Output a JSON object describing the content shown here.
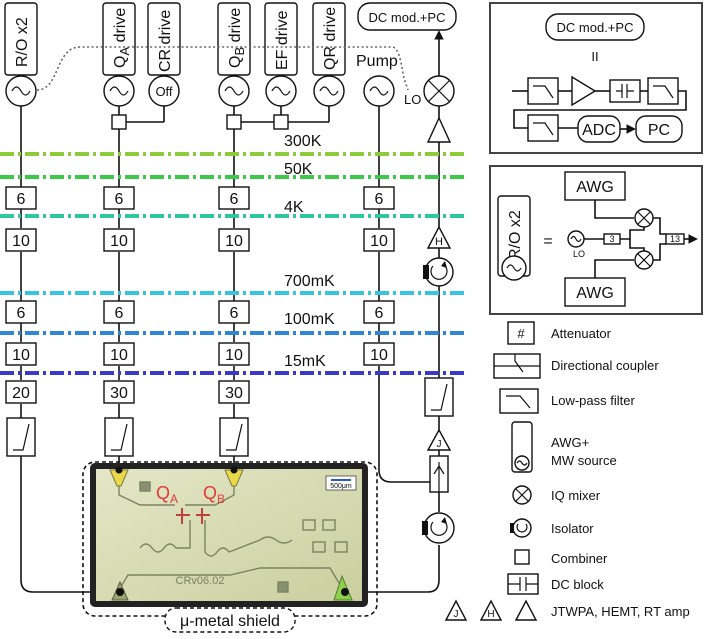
{
  "lines": [
    {
      "id": "ro",
      "label": "R/O x2",
      "subscript": "",
      "label_suffix": ""
    },
    {
      "id": "qa",
      "label": "Q",
      "subscript": "A",
      "label_suffix": " drive"
    },
    {
      "id": "cr",
      "label": "CR drive",
      "subscript": "",
      "label_suffix": ""
    },
    {
      "id": "qb",
      "label": "Q",
      "subscript": "B",
      "label_suffix": " drive"
    },
    {
      "id": "ef",
      "label": "EF drive",
      "subscript": "",
      "label_suffix": ""
    },
    {
      "id": "qr",
      "label": "QR drive",
      "subscript": "",
      "label_suffix": ""
    }
  ],
  "cr_state": "Off",
  "pump_label": "Pump",
  "dc_mod_label": "DC mod.+PC",
  "lo_label": "LO",
  "stages": [
    {
      "label": "300K",
      "color": "#8ccc3a"
    },
    {
      "label": "50K",
      "color": "#3cc848"
    },
    {
      "label": "4K",
      "color": "#2ec8a0"
    },
    {
      "label": "700mK",
      "color": "#36c4e0"
    },
    {
      "label": "100mK",
      "color": "#2f86d2"
    },
    {
      "label": "15mK",
      "color": "#3a3ac8"
    }
  ],
  "attenuators": {
    "ro": [
      "6",
      "10",
      "6",
      "10",
      "20"
    ],
    "qa": [
      "6",
      "10",
      "6",
      "10",
      "30"
    ],
    "qb": [
      "6",
      "10",
      "6",
      "10",
      "30"
    ],
    "pump": [
      "6",
      "10",
      "6",
      "10"
    ]
  },
  "hemt_letter": "H",
  "jtwpa_letter": "J",
  "chip": {
    "qubit_a_main": "Q",
    "qubit_a_sub": "A",
    "qubit_b_main": "Q",
    "qubit_b_sub": "B",
    "scale_bar": "500μm",
    "chip_label": "CRv06.02",
    "shield_label": "μ-metal shield"
  },
  "inset_dc": {
    "title": "DC mod.+PC",
    "equals": "II",
    "adc": "ADC",
    "pc": "PC"
  },
  "inset_ro": {
    "label": "R/O x2",
    "equals": "=",
    "awg_top": "AWG",
    "awg_bottom": "AWG",
    "lo": "LO",
    "att_in": "3",
    "att_out": "13"
  },
  "legend": [
    {
      "icon": "attenuator",
      "label": "Attenuator",
      "glyph": "#"
    },
    {
      "icon": "coupler",
      "label": "Directional coupler"
    },
    {
      "icon": "lowpass",
      "label": "Low-pass filter"
    },
    {
      "icon": "awg-source",
      "label": "AWG+",
      "label2": "MW source"
    },
    {
      "icon": "mixer",
      "label": "IQ mixer"
    },
    {
      "icon": "isolator",
      "label": "Isolator"
    },
    {
      "icon": "combiner",
      "label": "Combiner"
    },
    {
      "icon": "dcblock",
      "label": "DC block"
    },
    {
      "icon": "amps",
      "label": "JTWPA, HEMT, RT amp",
      "glyph_j": "J",
      "glyph_h": "H"
    }
  ]
}
